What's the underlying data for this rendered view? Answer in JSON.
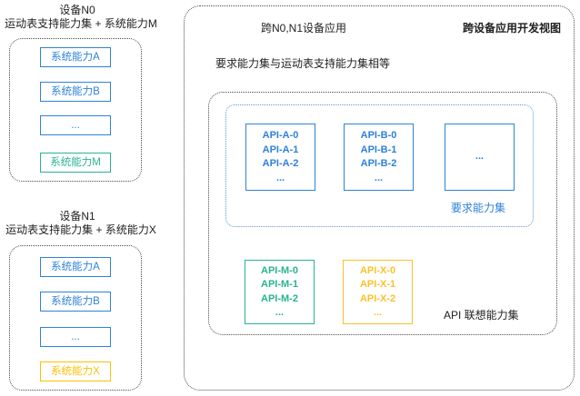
{
  "colors": {
    "blue": "#2e82d9",
    "teal": "#27b391",
    "yellow": "#fdbf00",
    "border_dashed": "#4a4a4a",
    "text": "#1f1f1f"
  },
  "devices": [
    {
      "title": "设备N0",
      "subtitle": "运动表支持能力集 + 系统能力M",
      "capabilities": [
        {
          "label": "系统能力A",
          "color": "blue"
        },
        {
          "label": "系统能力B",
          "color": "blue"
        },
        {
          "label": "...",
          "color": "blue"
        },
        {
          "label": "系统能力M",
          "color": "teal"
        }
      ]
    },
    {
      "title": "设备N1",
      "subtitle": "运动表支持能力集 + 系统能力X",
      "capabilities": [
        {
          "label": "系统能力A",
          "color": "blue"
        },
        {
          "label": "系统能力B",
          "color": "blue"
        },
        {
          "label": "...",
          "color": "blue"
        },
        {
          "label": "系统能力X",
          "color": "yellow"
        }
      ]
    }
  ],
  "dev_view": {
    "app_title": "跨N0,N1设备应用",
    "view_title": "跨设备应用开发视图",
    "note": "要求能力集与运动表支持能力集相等",
    "required_set_label": "要求能力集",
    "union_set_label": "API 联想能力集",
    "required_apis": [
      {
        "color": "blue",
        "lines": [
          "API-A-0",
          "API-A-1",
          "API-A-2",
          "..."
        ]
      },
      {
        "color": "blue",
        "lines": [
          "API-B-0",
          "API-B-1",
          "API-B-2",
          "..."
        ]
      },
      {
        "color": "blue",
        "lines": [
          "..."
        ]
      }
    ],
    "union_apis": [
      {
        "color": "teal",
        "lines": [
          "API-M-0",
          "API-M-1",
          "API-M-2",
          "..."
        ]
      },
      {
        "color": "yellow",
        "lines": [
          "API-X-0",
          "API-X-1",
          "API-X-2",
          "..."
        ]
      }
    ]
  }
}
